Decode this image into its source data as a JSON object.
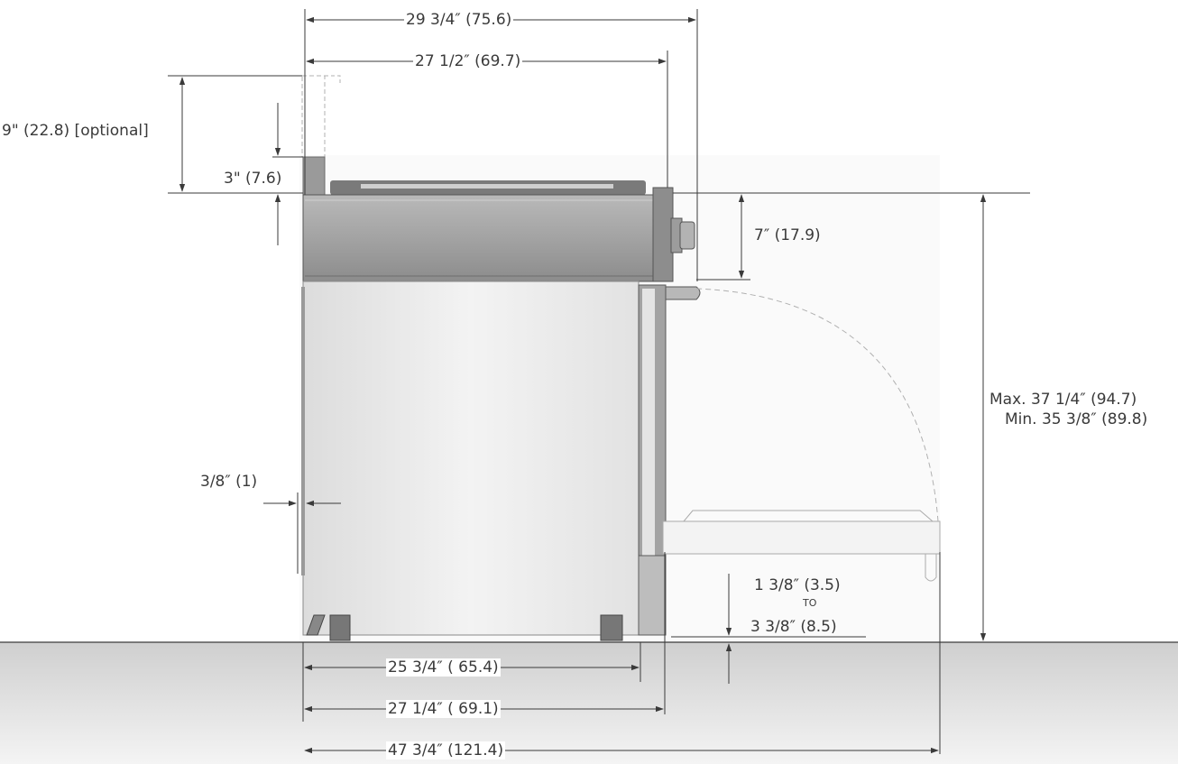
{
  "dimensions": {
    "overall_depth_top": "29 3/4″ (75.6)",
    "depth_to_control_panel": "27 1/2″ (69.7)",
    "backguard_height_optional": "9\" (22.8) [optional]",
    "backguard_height": "3\" (7.6)",
    "control_panel_height": "7″ (17.9)",
    "side_offset": "3/8″ (1)",
    "max_height": "Max. 37 1/4″ (94.7)",
    "min_height": "Min. 35 3/8″ (89.8)",
    "toe_kick_min": "1 3/8″ (3.5)",
    "toe_kick_to": "TO",
    "toe_kick_max": "3 3/8″ (8.5)",
    "body_depth": "25 3/4″ ( 65.4)",
    "depth_with_door": "27 1/4″ ( 69.1)",
    "depth_door_open": "47 3/4″ (121.4)"
  },
  "colors": {
    "line": "#3a3a3a",
    "range_body": "#ededed",
    "range_body_dark": "#8e8e8e",
    "floor": "#c8c8c8",
    "ghost_door": "#f2f2f2"
  }
}
